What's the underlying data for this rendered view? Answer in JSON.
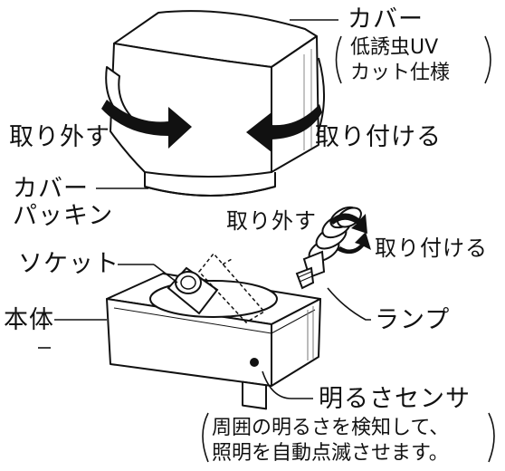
{
  "labels": {
    "cover": "カバー",
    "cover_note_1": "低誘虫UV",
    "cover_note_2": "カット仕様",
    "remove_cover": "取り外す",
    "attach_cover": "取り付ける",
    "cover_packing_1": "カバー",
    "cover_packing_2": "パッキン",
    "remove_lamp": "取り外す",
    "attach_lamp": "取り付ける",
    "socket": "ソケット",
    "body": "本体",
    "lamp": "ランプ",
    "sensor": "明るさセンサ",
    "sensor_note_1": "周囲の明るさを検知して、",
    "sensor_note_2": "照明を自動点滅させます。"
  }
}
